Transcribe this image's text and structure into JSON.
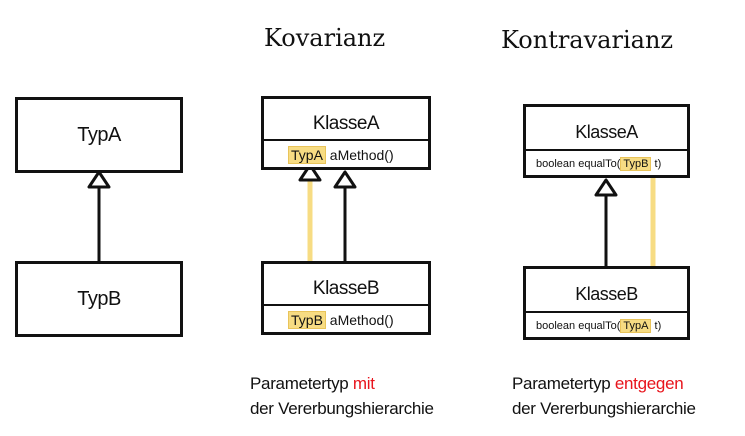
{
  "headings": {
    "covariance": "Kovarianz",
    "contravariance": "Kontravarianz"
  },
  "left": {
    "super": "TypA",
    "sub": "TypB"
  },
  "covariance": {
    "classA": {
      "name": "KlasseA",
      "param_type": "TypA",
      "method": "aMethod()"
    },
    "classB": {
      "name": "KlasseB",
      "param_type": "TypB",
      "method": "aMethod()"
    },
    "caption": {
      "line1_prefix": "Parametertyp ",
      "line1_accent": "mit",
      "line2": "der Vererbungshierarchie"
    }
  },
  "contravariance": {
    "classA": {
      "name": "KlasseA",
      "method_prefix": "boolean equalTo(",
      "param_type": "TypB",
      "method_suffix": " t)"
    },
    "classB": {
      "name": "KlasseB",
      "method_prefix": "boolean equalTo(",
      "param_type": "TypA",
      "method_suffix": " t)"
    },
    "caption": {
      "line1_prefix": "Parametertyp ",
      "line1_accent": "entgegen",
      "line2": "der Vererbungshierarchie"
    }
  },
  "colors": {
    "line": "#111111",
    "highlight": "#f7dc83",
    "accent": "#e8141c"
  }
}
